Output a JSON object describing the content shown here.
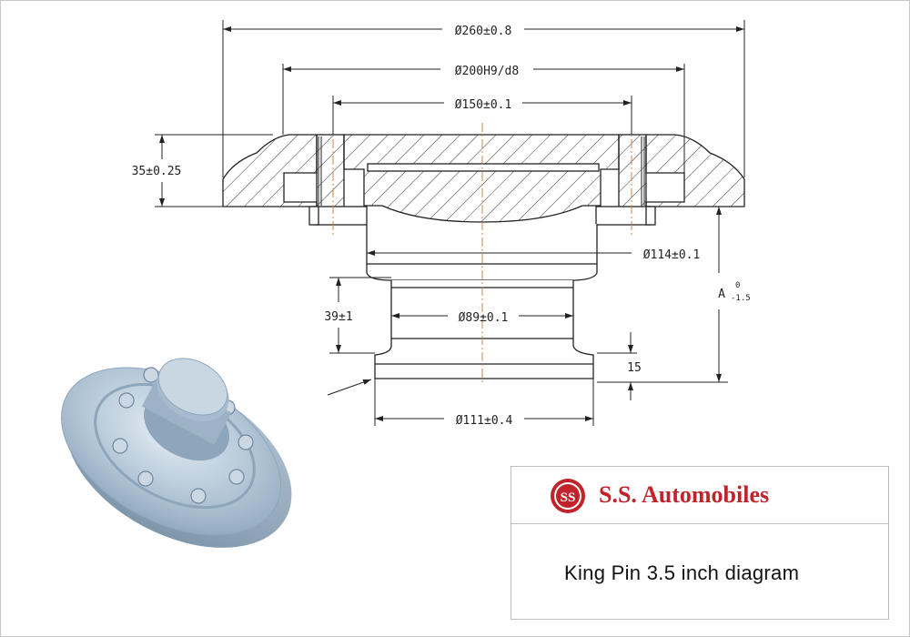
{
  "dimensions": {
    "d260": "Ø260±0.8",
    "d200": "Ø200H9/d8",
    "d150": "Ø150±0.1",
    "d114": "Ø114±0.1",
    "d89": "Ø89±0.1",
    "d111": "Ø111±0.4",
    "h35": "35±0.25",
    "h39": "39±1",
    "h15": "15",
    "a_label": "A",
    "a_upper": "0",
    "a_lower": "-1.5"
  },
  "title_block": {
    "logo_text": "SS",
    "company": "S.S. Automobiles",
    "caption": "King Pin 3.5 inch diagram"
  },
  "colors": {
    "brand_red": "#c0232a",
    "line": "#222222",
    "centerline": "#c8844a",
    "part_blue": "#b3c6d7"
  }
}
